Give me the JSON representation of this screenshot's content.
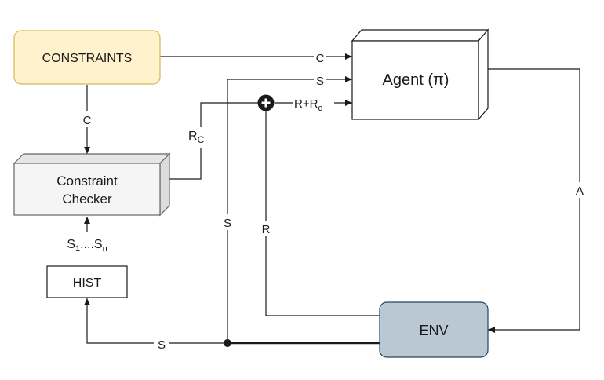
{
  "nodes": {
    "constraints": "CONSTRAINTS",
    "agent": "Agent (π)",
    "checker_line1": "Constraint",
    "checker_line2": "Checker",
    "hist": "HIST",
    "env": "ENV"
  },
  "edges": {
    "c_top": "C",
    "s_to_agent": "S",
    "r_plus": "R+R",
    "r_plus_sub": "c",
    "c_down": "C",
    "rc": "R",
    "rc_sub": "C",
    "s_vertical": "S",
    "r_vertical": "R",
    "action": "A",
    "s_bottom": "S",
    "history_s1": "S",
    "history_s1_sub": "1",
    "history_dots": "....",
    "history_sn": "S",
    "history_sn_sub": "n"
  },
  "colors": {
    "constraints_fill": "#fff2cc",
    "constraints_stroke": "#d6b656",
    "checker_fill": "#f5f5f5",
    "checker_stroke": "#666666",
    "env_fill": "#bac8d3",
    "env_stroke": "#23445d",
    "line": "#1a1a1a"
  }
}
